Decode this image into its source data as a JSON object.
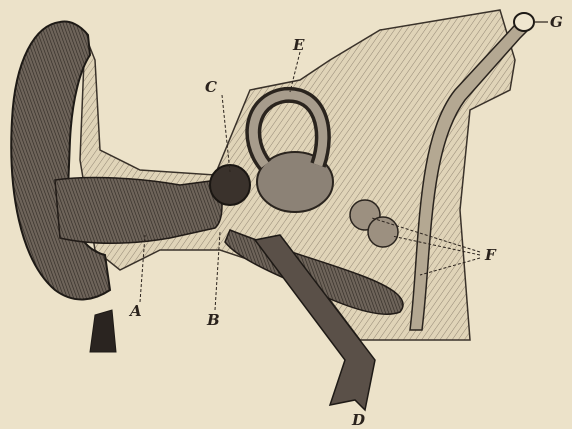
{
  "figure": {
    "labels": {
      "A": "A",
      "B": "B",
      "C": "C",
      "D": "D",
      "E": "E",
      "F": "F",
      "G": "G"
    }
  },
  "colors": {
    "paper": "#ece2c9",
    "ink": "#2a221c",
    "bone_fill": "#d8ccb0",
    "canal_fill": "#5a5048",
    "outer_ear": "#6a5f55"
  }
}
